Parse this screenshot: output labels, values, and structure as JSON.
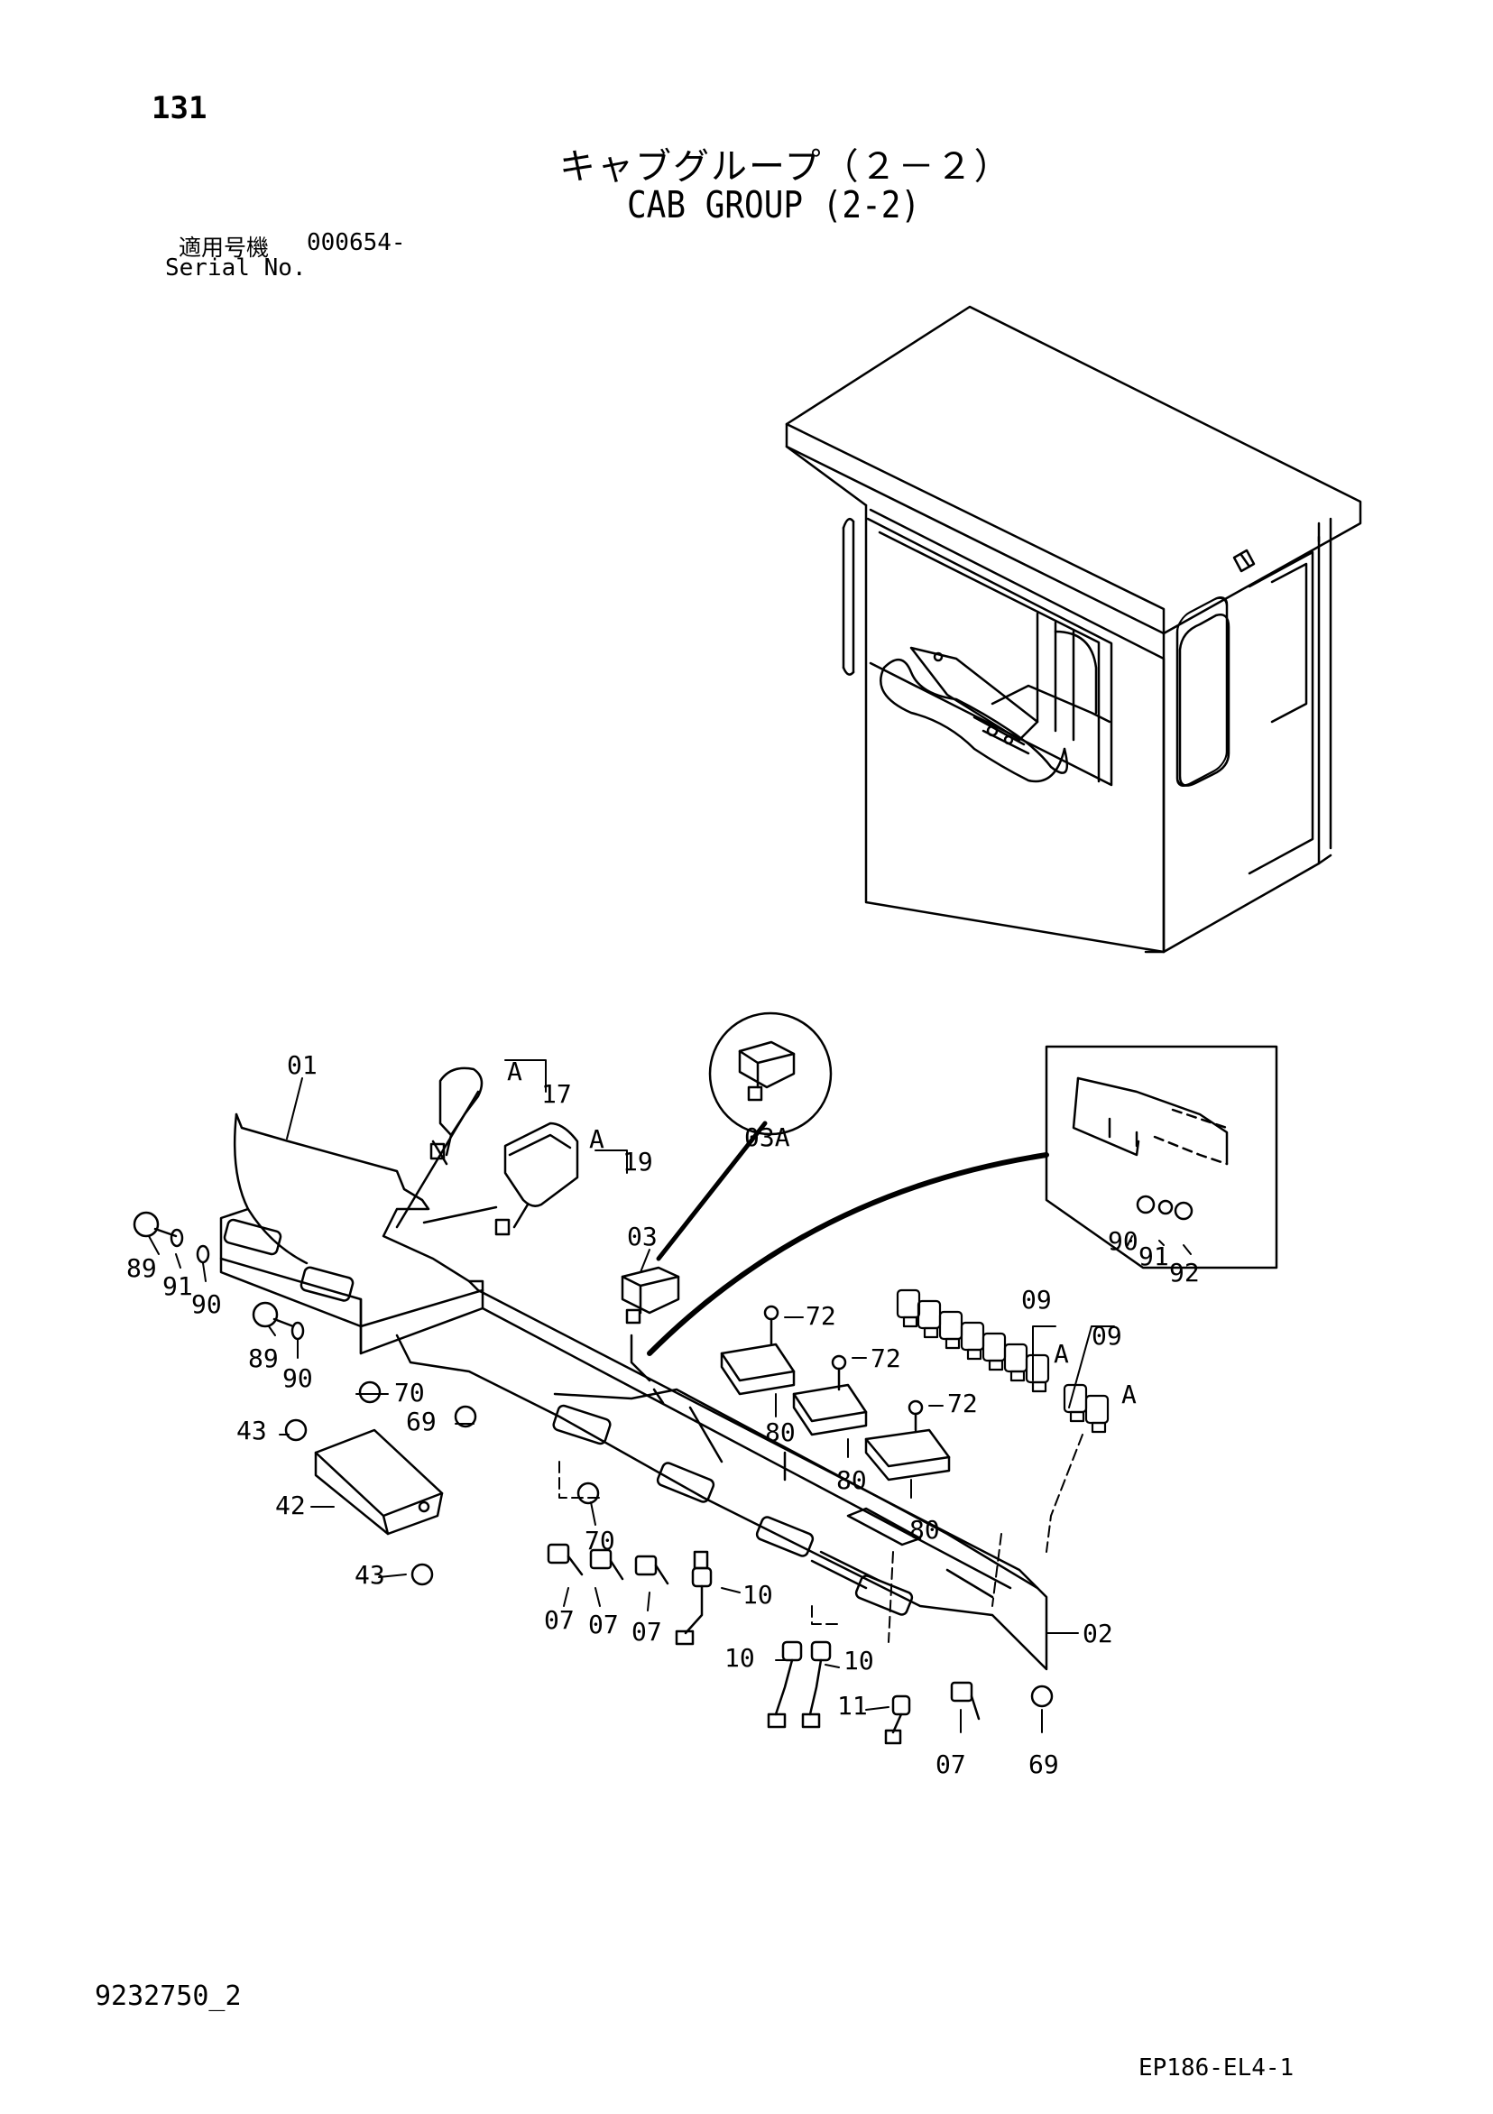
{
  "page_number": "131",
  "title_jp": "キャブグループ（２－２）",
  "title_en": "CAB GROUP (2-2)",
  "serial": {
    "label_jp": "適用号機",
    "value": "000654-",
    "label_en": "Serial No."
  },
  "document_id": "9232750_2",
  "figure_code": "EP186-EL4-1",
  "callouts": {
    "c01": "01",
    "c02": "02",
    "c03": "03",
    "c03A": "03A",
    "c17": "17",
    "c19": "19",
    "cA1": "A",
    "cA2": "A",
    "cA3": "A",
    "cA4": "A",
    "c89a": "89",
    "c91a": "91",
    "c90a": "90",
    "c89b": "89",
    "c90b": "90",
    "c70a": "70",
    "c69a": "69",
    "c43a": "43",
    "c42": "42",
    "c43b": "43",
    "c70b": "70",
    "c07a": "07",
    "c07b": "07",
    "c07c": "07",
    "c07d": "07",
    "c10a": "10",
    "c10b": "10",
    "c10c": "10",
    "c11": "11",
    "c69b": "69",
    "c72a": "72",
    "c72b": "72",
    "c72c": "72",
    "c80a": "80",
    "c80b": "80",
    "c80c": "80",
    "c09a": "09",
    "c09b": "09",
    "c90c": "90",
    "c91c": "91",
    "c92": "92"
  }
}
